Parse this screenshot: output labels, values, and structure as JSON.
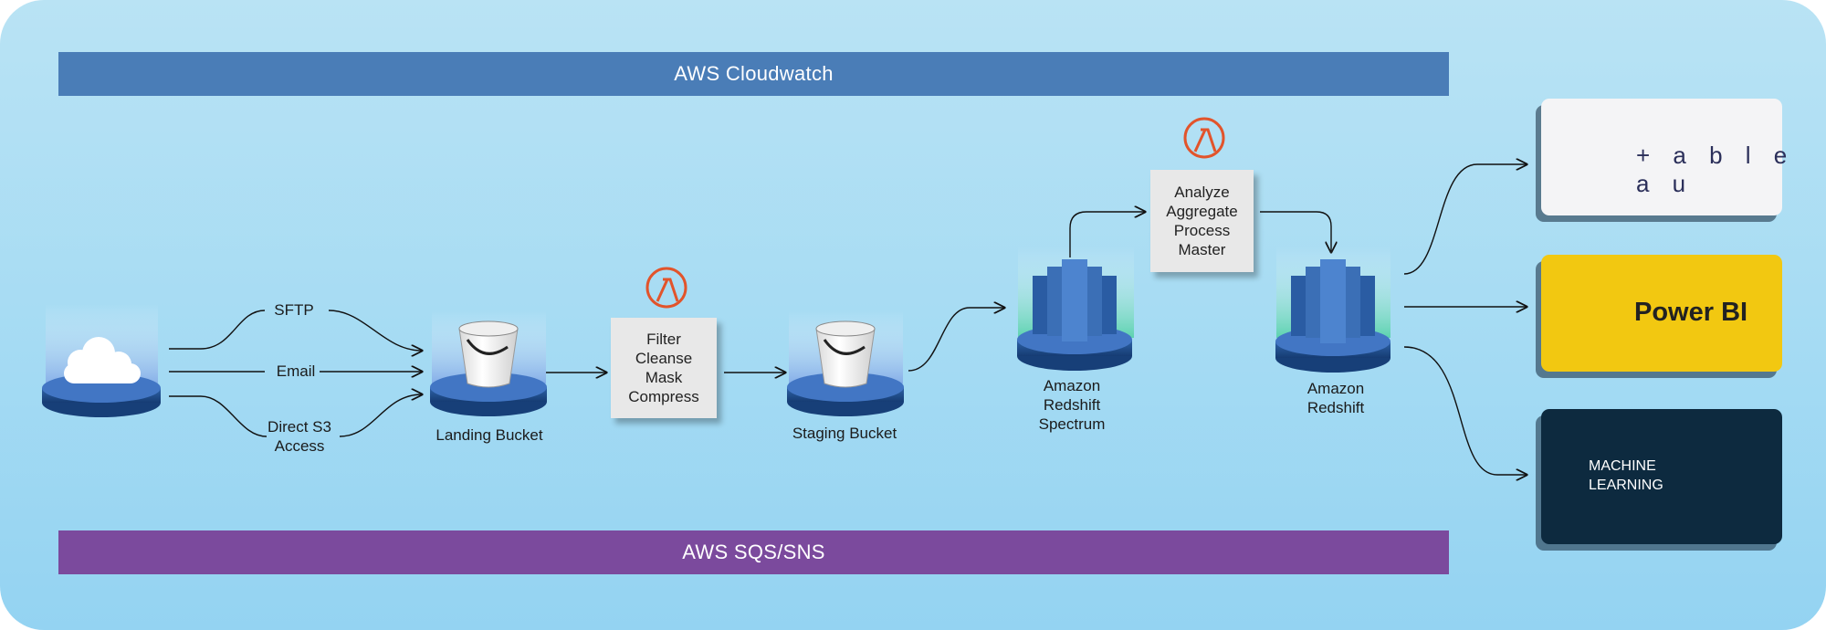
{
  "bands": {
    "top": "AWS Cloudwatch",
    "bottom": "AWS SQS/SNS"
  },
  "inputs": {
    "sftp": "SFTP",
    "email": "Email",
    "direct_s3": "Direct S3\nAccess"
  },
  "nodes": {
    "landing": "Landing  Bucket",
    "filter": "Filter\nCleanse\nMask\nCompress",
    "staging": "Staging Bucket",
    "spectrum": "Amazon\nRedshift\nSpectrum",
    "analyze": "Analyze\nAggregate\nProcess\nMaster",
    "redshift": "Amazon\nRedshift"
  },
  "outputs": {
    "tableau": "+ a b l e a u",
    "powerbi": "Power BI",
    "ml": "MACHINE\nLEARNING"
  },
  "icons": {
    "source": "cloud-icon",
    "bucket": "bucket-icon",
    "lambda": "lambda-icon",
    "redshift": "redshift-icon",
    "tableau": "tableau-logo-icon",
    "powerbi": "powerbi-logo-icon",
    "ml": "lightbulb-network-icon"
  },
  "colors": {
    "cloudwatch": "#4a7db7",
    "sqs": "#7b4a9d",
    "lambda": "#e2542b",
    "redshift": "#3b6fb6",
    "powerbi": "#f2c811",
    "ml_bg": "#0d2a3f"
  }
}
